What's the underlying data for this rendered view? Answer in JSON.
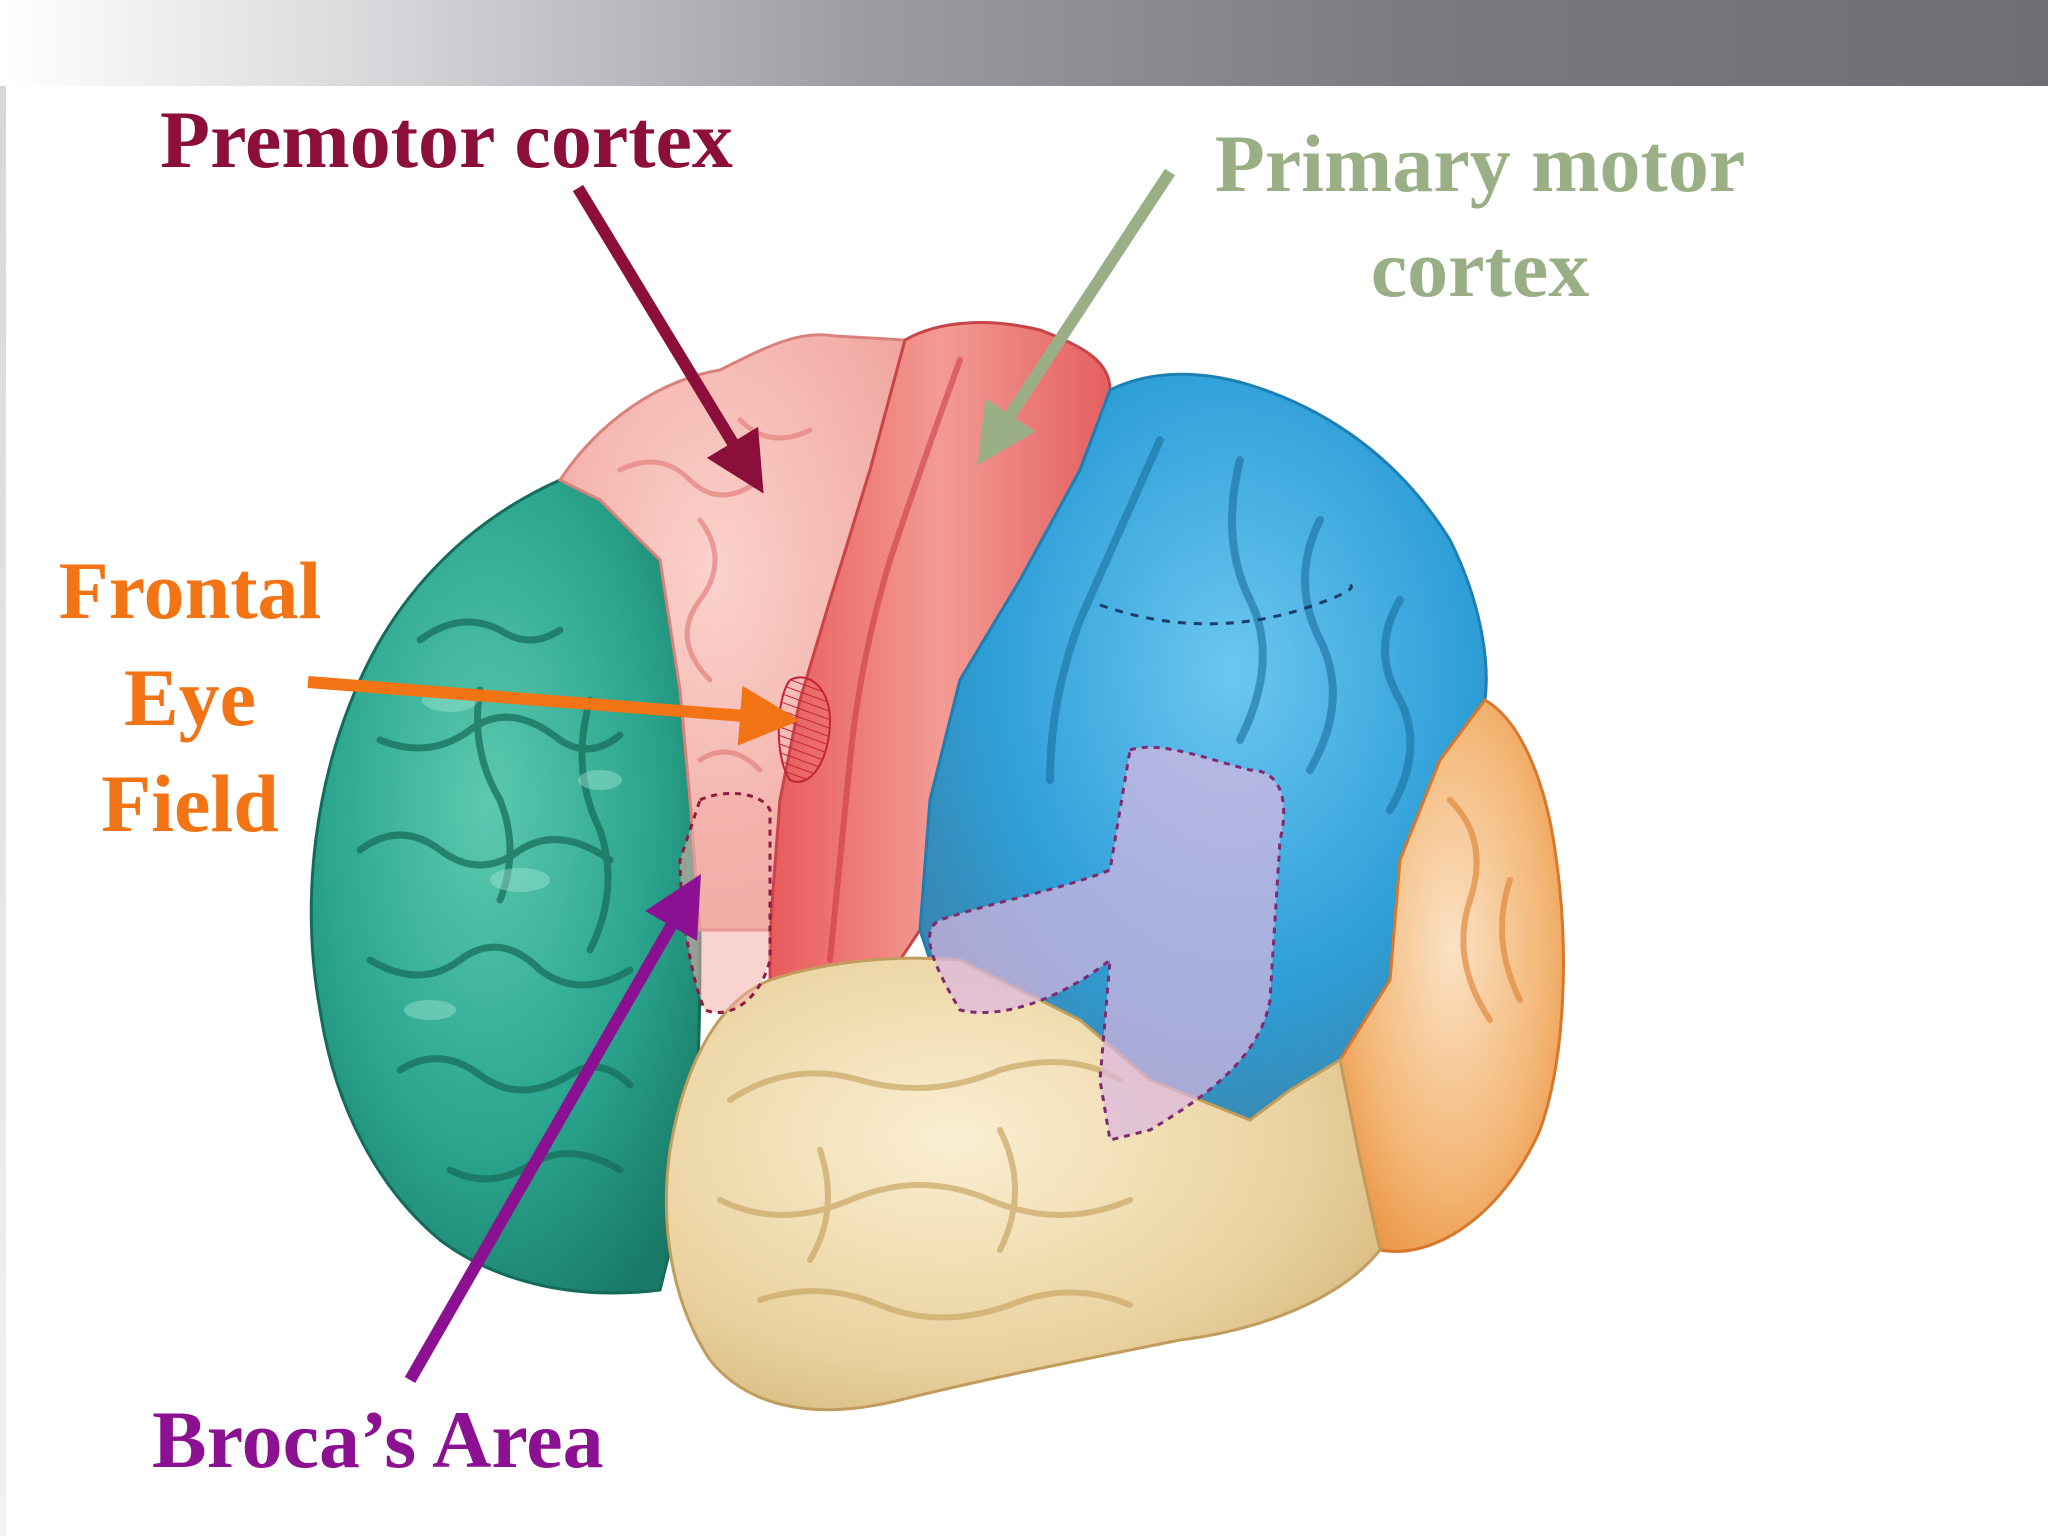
{
  "labels": {
    "premotor": "Premotor cortex",
    "primary_motor": "Primary motor cortex",
    "frontal_eye_field": "Frontal Eye Field",
    "broca": "Broca’s Area"
  },
  "colors": {
    "premotor": "#8b0f3a",
    "primary_motor": "#9aaf86",
    "frontal_eye_field": "#f27414",
    "broca": "#8c1192",
    "prefrontal_lobe": "#2ba58e",
    "motor_strip": "#ec7e7c",
    "parietal_lobe": "#2e9fd8",
    "temporal_lobe": "#e9cf98",
    "occipital_lobe": "#f0a55a",
    "wernicke": "#dcb6df"
  }
}
